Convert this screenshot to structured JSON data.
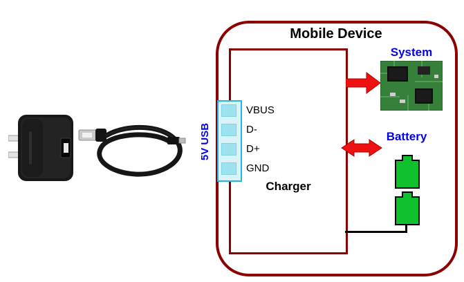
{
  "diagram": {
    "title": "Mobile Device",
    "charger": {
      "label": "Charger"
    },
    "connector": {
      "label": "5V USB"
    },
    "pins": [
      "VBUS",
      "D-",
      "D+",
      "GND"
    ],
    "system": {
      "label": "System"
    },
    "battery": {
      "label": "Battery"
    },
    "colors": {
      "outline_red": "#8B0000",
      "arrow_red": "#ee1111",
      "label_blue": "#0000ee",
      "connector_cyan": "#2ab5d6",
      "pin_pad_cyan": "#9fe2ef",
      "battery_green": "#0fc12d"
    }
  },
  "photo": {
    "charger_icon": "usb-wall-charger",
    "cable_icon": "usb-cable"
  }
}
